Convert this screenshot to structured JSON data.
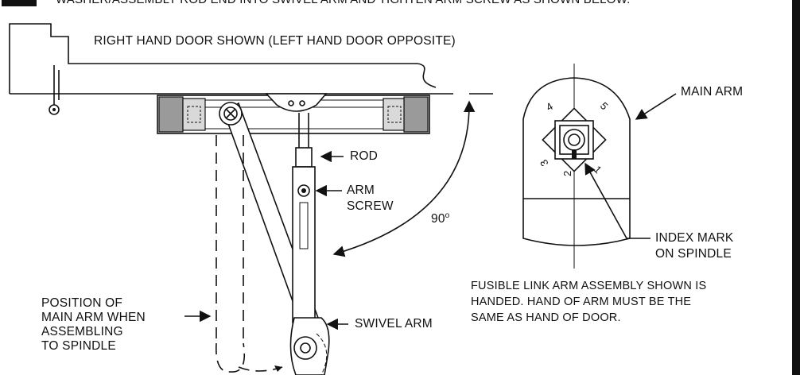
{
  "header": {
    "instruction": "WASHER/ASSEMBLY ROD END INTO SWIVEL ARM AND TIGHTEN ARM SCREW AS SHOWN BELOW."
  },
  "labels": {
    "door_note": "RIGHT HAND DOOR SHOWN (LEFT HAND DOOR OPPOSITE)",
    "rod": "ROD",
    "arm_screw": [
      "ARM",
      "SCREW"
    ],
    "angle": "90",
    "angle_unit": "o",
    "main_arm_position": [
      "POSITION OF",
      "MAIN ARM WHEN",
      "ASSEMBLING",
      "TO SPINDLE"
    ],
    "swivel_arm": "SWIVEL ARM",
    "main_arm": "MAIN ARM",
    "index_mark": [
      "INDEX MARK",
      "ON SPINDLE"
    ],
    "fusible_note": [
      "FUSIBLE LINK ARM ASSEMBLY SHOWN IS",
      "HANDED. HAND OF ARM MUST BE THE",
      "SAME AS HAND OF DOOR."
    ]
  },
  "spindle_numbers": [
    "1",
    "2",
    "3",
    "4",
    "5"
  ]
}
